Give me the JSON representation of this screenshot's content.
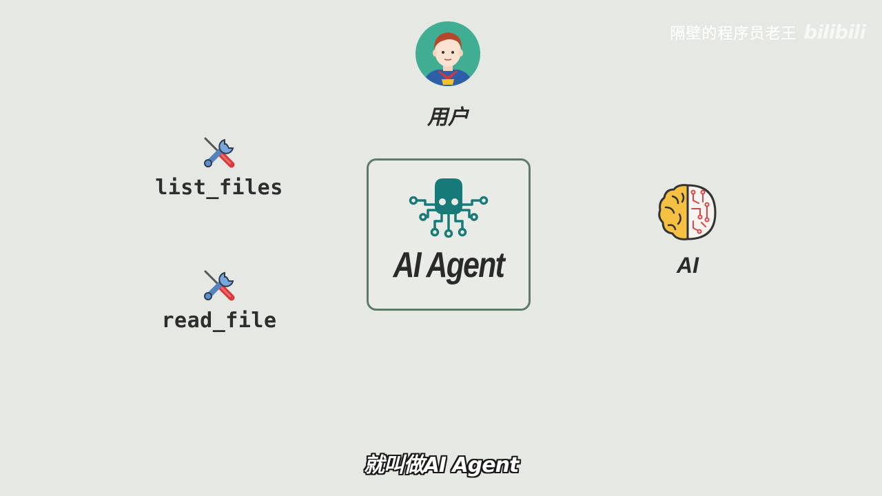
{
  "watermark": {
    "channel_name": "隔壁的程序员老王",
    "platform_logo": "bilibili"
  },
  "user": {
    "label": "用户",
    "icon": "user-avatar-icon"
  },
  "tools": [
    {
      "label": "list_files",
      "icon": "tools-icon"
    },
    {
      "label": "read_file",
      "icon": "tools-icon"
    }
  ],
  "agent": {
    "label": "AI Agent",
    "icon": "octopus-circuit-icon",
    "border_color": "#5f7a66",
    "icon_color": "#157a78"
  },
  "ai": {
    "label": "AI",
    "icon": "brain-icon"
  },
  "subtitle": {
    "text": "就叫做AI Agent"
  },
  "colors": {
    "background": "#e5e8e3",
    "avatar_bg": "#3fae93",
    "tool_red": "#d63a3a",
    "tool_blue": "#5b8fd1",
    "brain_yellow": "#f6c142"
  }
}
